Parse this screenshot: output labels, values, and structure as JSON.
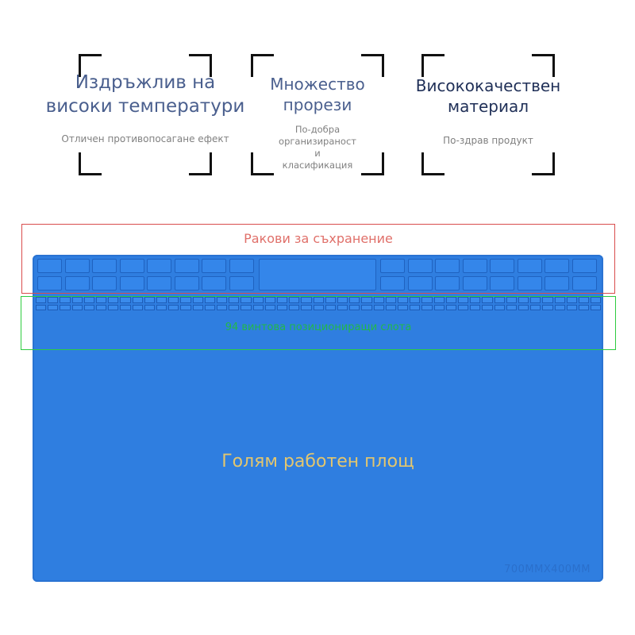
{
  "features": [
    {
      "title": "Издръжлив на\nвисоки температури",
      "subtitle": "Отличен противопосагане ефект",
      "title_color": "#4a5f8e"
    },
    {
      "title": "Множество\nпрорези",
      "subtitle": "По-добра\nорганизираност\nи\nкласификация",
      "title_color": "#4a5f8e"
    },
    {
      "title": "Висококачествен\nматериал",
      "subtitle": "По-здрав продукт",
      "title_color": "#1f2f57"
    }
  ],
  "labels": {
    "storage": "Ракови за съхранение",
    "screw_slots": "94 винтова позициониращи слота",
    "work_area": "Голям работен площ",
    "size": "700MMX400MM"
  },
  "colors": {
    "mat": "#2f7ee0",
    "storage_box": "#d94c4c",
    "slots_box": "#2ecc40",
    "work_label": "#e3c66e"
  }
}
